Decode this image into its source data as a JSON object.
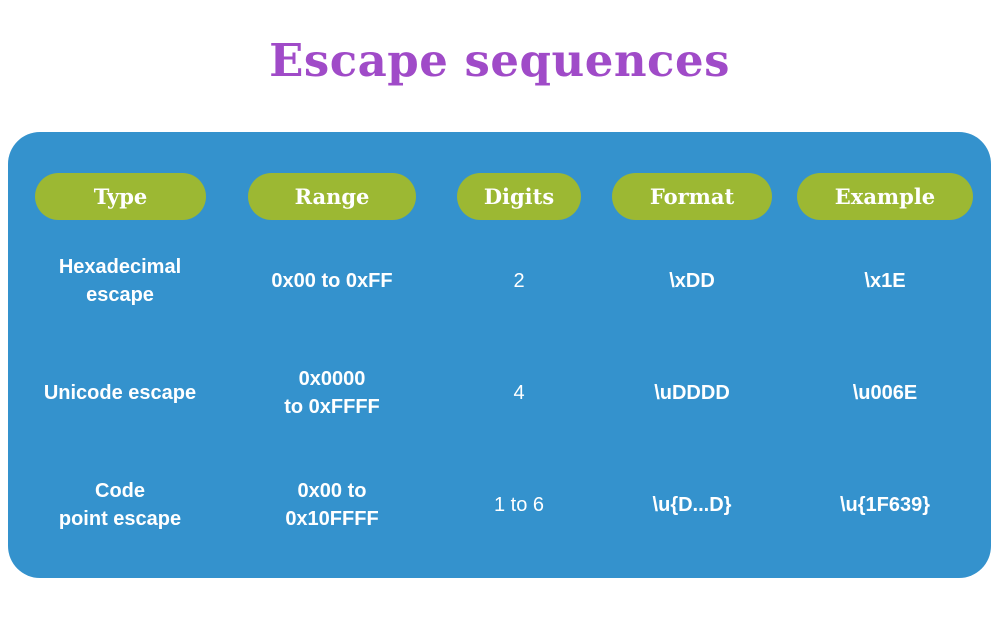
{
  "slide": {
    "title": "Escape sequences",
    "background_color": "#ffffff",
    "title_color": "#a04bc8",
    "panel_color": "#3492cd",
    "pill_color": "#9cb833",
    "text_color": "#ffffff"
  },
  "table": {
    "headers": [
      {
        "label": "Type"
      },
      {
        "label": "Range"
      },
      {
        "label": "Digits"
      },
      {
        "label": "Format"
      },
      {
        "label": "Example"
      }
    ],
    "rows": [
      {
        "type_line1": "Hexadecimal",
        "type_line2": "escape",
        "range_line1": "0x00 to 0xFF",
        "range_line2": "",
        "digits": "2",
        "format": "\\xDD",
        "example": "\\x1E"
      },
      {
        "type_line1": "Unicode escape",
        "type_line2": "",
        "range_line1": "0x0000",
        "range_line2": "to 0xFFFF",
        "digits": "4",
        "format": "\\uDDDD",
        "example": "\\u006E"
      },
      {
        "type_line1": "Code",
        "type_line2": "point escape",
        "range_line1": "0x00 to",
        "range_line2": "0x10FFFF",
        "digits": "1 to 6",
        "format": "\\u{D...D}",
        "example": "\\u{1F639}"
      }
    ]
  }
}
